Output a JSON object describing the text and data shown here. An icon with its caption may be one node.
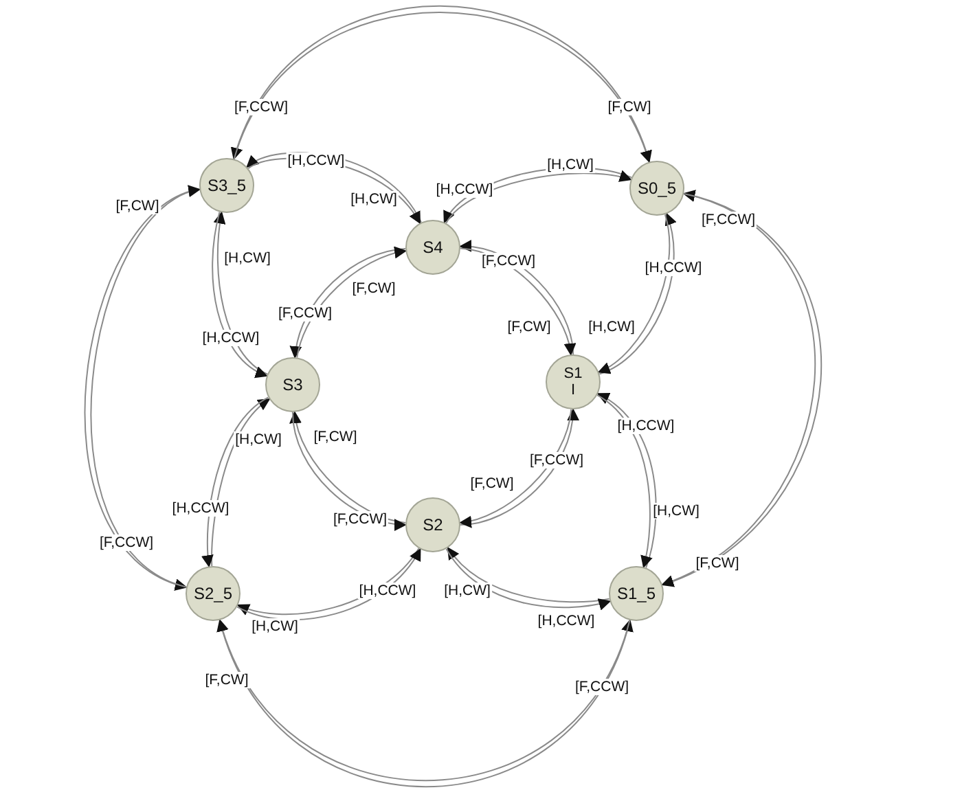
{
  "diagram": {
    "nodes": [
      {
        "text": [
          "S3_5"
        ]
      },
      {
        "text": [
          "S4"
        ]
      },
      {
        "text": [
          "S0_5"
        ]
      },
      {
        "text": [
          "S3"
        ]
      },
      {
        "text": [
          "S1",
          "I"
        ]
      },
      {
        "text": [
          "S2"
        ]
      },
      {
        "text": [
          "S2_5"
        ]
      },
      {
        "text": [
          "S1_5"
        ]
      }
    ],
    "edges": [
      {
        "from": 1,
        "to": 0,
        "arrow": "to",
        "label": "[H,CCW]"
      },
      {
        "from": 0,
        "to": 1,
        "arrow": "to",
        "label": "[H,CW]"
      },
      {
        "from": 2,
        "to": 1,
        "arrow": "to",
        "label": "[H,CCW]"
      },
      {
        "from": 1,
        "to": 2,
        "arrow": "to",
        "label": "[H,CW]"
      },
      {
        "from": 4,
        "to": 1,
        "arrow": "to",
        "label": "[F,CCW]"
      },
      {
        "from": 1,
        "to": 4,
        "arrow": "to",
        "label": "[F,CW]"
      },
      {
        "from": 4,
        "to": 2,
        "arrow": "to",
        "label": "[H,CCW]"
      },
      {
        "from": 2,
        "to": 4,
        "arrow": "to",
        "label": "[H,CW]"
      },
      {
        "from": 3,
        "to": 0,
        "arrow": "to",
        "label": "[H,CW]"
      },
      {
        "from": 0,
        "to": 3,
        "arrow": "to",
        "label": "[H,CCW]"
      },
      {
        "from": 1,
        "to": 3,
        "arrow": "to",
        "label": "[F,CCW]"
      },
      {
        "from": 3,
        "to": 1,
        "arrow": "to",
        "label": "[F,CW]"
      },
      {
        "from": 5,
        "to": 3,
        "arrow": "to",
        "label": "[F,CW]"
      },
      {
        "from": 3,
        "to": 5,
        "arrow": "to",
        "label": "[F,CCW]"
      },
      {
        "from": 5,
        "to": 4,
        "arrow": "to",
        "label": "[F,CCW]"
      },
      {
        "from": 4,
        "to": 5,
        "arrow": "to",
        "label": "[F,CW]"
      },
      {
        "from": 6,
        "to": 3,
        "arrow": "to",
        "label": "[H,CW]"
      },
      {
        "from": 3,
        "to": 6,
        "arrow": "to",
        "label": "[H,CCW]"
      },
      {
        "from": 5,
        "to": 6,
        "arrow": "to",
        "label": "[H,CW]"
      },
      {
        "from": 6,
        "to": 5,
        "arrow": "to",
        "label": "[H,CCW]"
      },
      {
        "from": 7,
        "to": 5,
        "arrow": "to",
        "label": "[H,CW]"
      },
      {
        "from": 5,
        "to": 7,
        "arrow": "to",
        "label": "[H,CCW]"
      },
      {
        "from": 7,
        "to": 4,
        "arrow": "to",
        "label": "[H,CCW]"
      },
      {
        "from": 4,
        "to": 7,
        "arrow": "to",
        "label": "[H,CW]"
      },
      {
        "from": 2,
        "to": 0,
        "arrow": "to",
        "label": "[F,CCW]"
      },
      {
        "from": 0,
        "to": 2,
        "arrow": "to",
        "label": "[F,CW]"
      },
      {
        "from": 7,
        "to": 2,
        "arrow": "to",
        "label": "[F,CCW]"
      },
      {
        "from": 2,
        "to": 7,
        "arrow": "to",
        "label": "[F,CW]"
      },
      {
        "from": 6,
        "to": 7,
        "arrow": "to",
        "label": "[F,CCW]"
      },
      {
        "from": 7,
        "to": 6,
        "arrow": "to",
        "label": "[F,CW]"
      },
      {
        "from": 0,
        "to": 6,
        "arrow": "to",
        "label": "[F,CCW]"
      },
      {
        "from": 6,
        "to": 0,
        "arrow": "to",
        "label": "[F,CW]"
      }
    ]
  }
}
